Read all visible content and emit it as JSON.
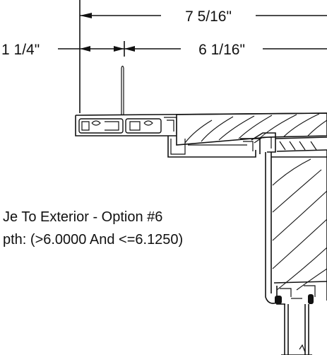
{
  "dimensions": {
    "overall_width": "7 5/16\"",
    "left_offset": "1 1/4\"",
    "right_segment": "6 1/16\""
  },
  "notes": {
    "line1": "Je To Exterior - Option #6",
    "line2": "pth: (>6.0000 And <=6.1250)"
  }
}
